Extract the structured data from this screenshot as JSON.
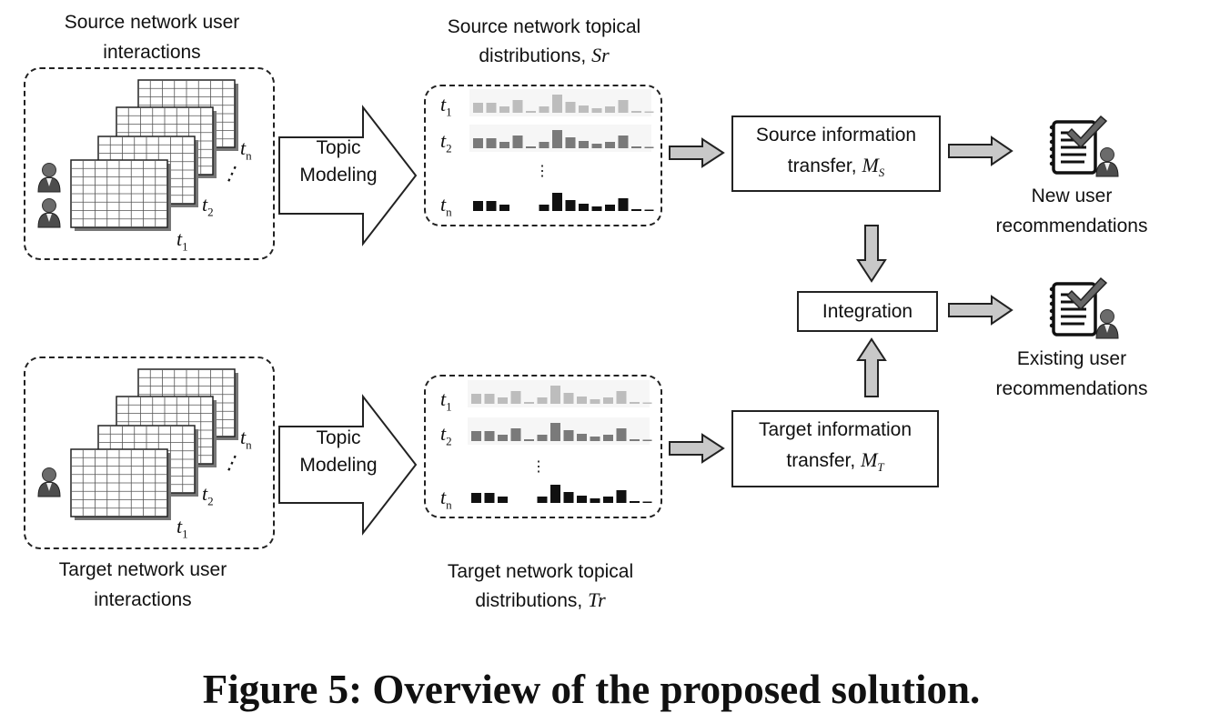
{
  "labels": {
    "source_interactions": [
      "Source network user",
      "interactions"
    ],
    "target_interactions": [
      "Target network user",
      "interactions"
    ],
    "source_topical": [
      "Source network topical",
      "distributions, "
    ],
    "source_topical_symbol": "Sr",
    "target_topical": [
      "Target network topical",
      "distributions, "
    ],
    "target_topical_symbol": "Tr",
    "topic_modeling": [
      "Topic",
      "Modeling"
    ],
    "time_t": "t",
    "sub_1": "1",
    "sub_2": "2",
    "sub_n": "n",
    "ellipsis": "⋮"
  },
  "boxes": {
    "source_transfer": [
      "Source information",
      "transfer, "
    ],
    "source_transfer_symbol": "M",
    "source_transfer_sub": "S",
    "target_transfer": [
      "Target information",
      "transfer, "
    ],
    "target_transfer_symbol": "M",
    "target_transfer_sub": "T",
    "integration": "Integration"
  },
  "outputs": {
    "new_user": [
      "New user",
      "recommendations"
    ],
    "existing_user": [
      "Existing user",
      "recommendations"
    ]
  },
  "caption": "Figure 5: Overview of the proposed solution.",
  "colors": {
    "row1_bar": "#bdbdbd",
    "row2_bar": "#7a7a7a",
    "rown_bar": "#111111",
    "arrow_fill": "#c8c8c8",
    "user_icon": "#555555"
  }
}
